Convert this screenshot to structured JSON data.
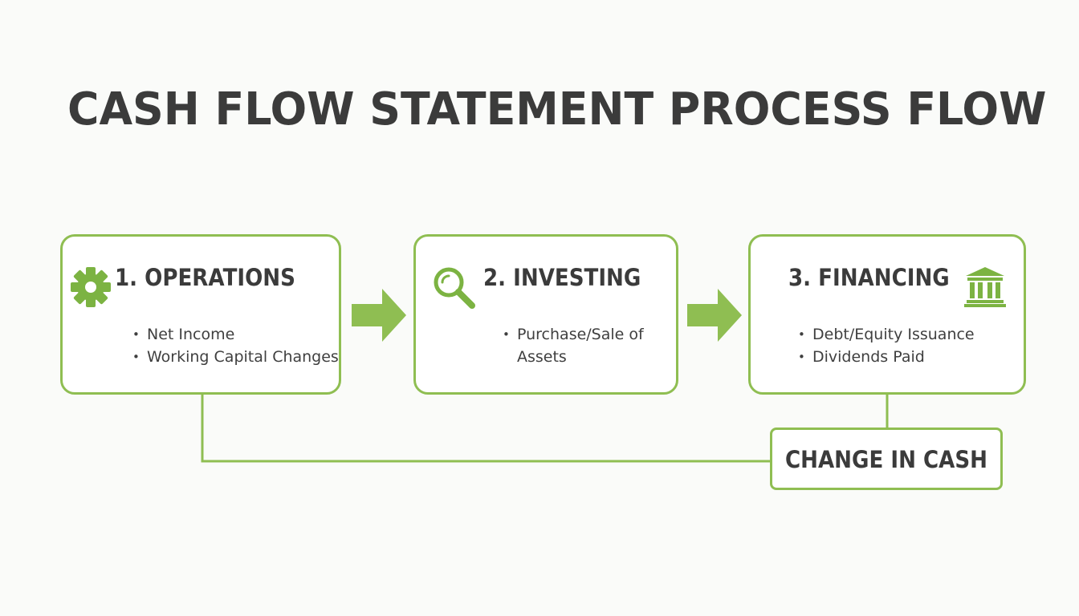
{
  "title": "CASH FLOW STATEMENT PROCESS FLOW",
  "colors": {
    "accent": "#8fbe52",
    "text": "#3b3b3b",
    "background": "#fafbf9"
  },
  "steps": [
    {
      "title": "1. OPERATIONS",
      "icon": "gear-icon",
      "bullets": [
        "Net Income",
        "Working Capital Changes"
      ]
    },
    {
      "title": "2. INVESTING",
      "icon": "magnifier-icon",
      "bullets": [
        "Purchase/Sale of Assets"
      ]
    },
    {
      "title": "3. FINANCING",
      "icon": "bank-icon",
      "bullets": [
        "Debt/Equity Issuance",
        "Dividends Paid"
      ]
    }
  ],
  "result": {
    "label": "CHANGE IN CASH"
  }
}
